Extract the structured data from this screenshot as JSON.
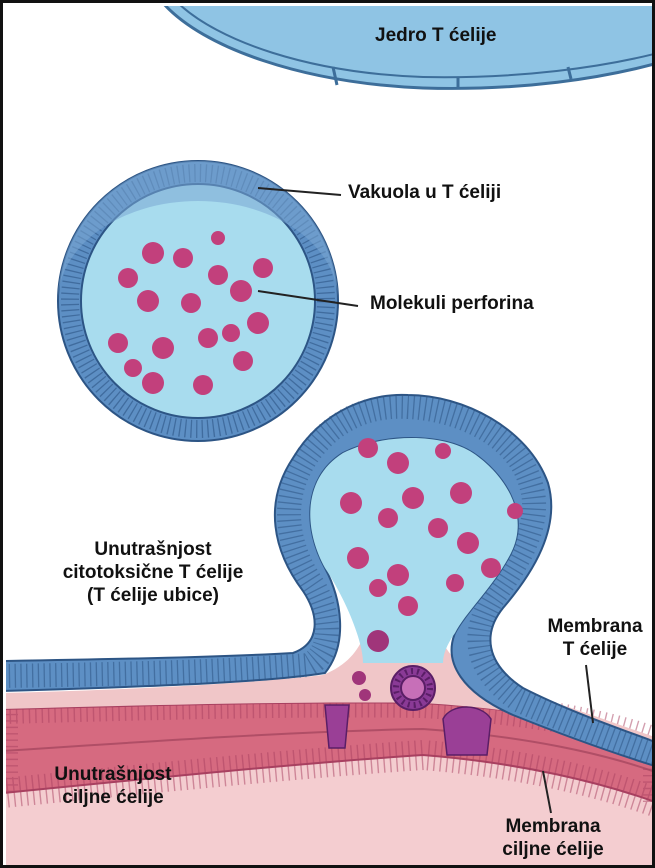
{
  "labels": {
    "nucleus": "Jedro T ćelije",
    "vacuole": "Vakuola u T ćeliji",
    "perforin": "Molekuli perforina",
    "t_interior": [
      "Unutrašnjost",
      "citotoksične T ćelije",
      "(T ćelije ubice)"
    ],
    "t_membrane": [
      "Membrana",
      "T ćelije"
    ],
    "target_interior": [
      "Unutrašnjost",
      "ciljne ćelije"
    ],
    "target_membrane": [
      "Membrana",
      "ciljne ćelije"
    ]
  },
  "colors": {
    "border": "#111111",
    "nucleus_fill": "#8fc4e4",
    "nucleus_stroke": "#3d6e9a",
    "membrane_blue": "#5d8fc4",
    "membrane_dark": "#2d5585",
    "vacuole_lumen": "#a8dcee",
    "perforin": "#c2407c",
    "target_membrane": "#d66a80",
    "target_interior": "#f4cdd0",
    "t_cytoplasm_pink": "#f0c6c8",
    "pore": "#9a3f96"
  }
}
